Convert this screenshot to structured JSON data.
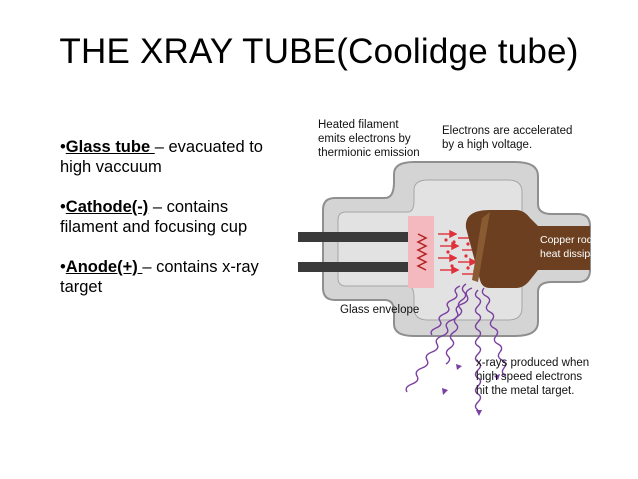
{
  "slide": {
    "title": "THE XRAY TUBE(Coolidge tube)"
  },
  "bullets": [
    {
      "marker": "•",
      "term": "Glass tube ",
      "text": "– evacuated to high vaccuum"
    },
    {
      "marker": "•",
      "term": "Cathode(-)",
      "text": " – contains filament and focusing cup"
    },
    {
      "marker": "•",
      "term": "Anode(+) ",
      "text": "– contains x-ray target"
    }
  ],
  "diagram": {
    "label_filament": [
      "Heated filament",
      "emits electrons by",
      "thermionic emission"
    ],
    "label_electrons": [
      "Electrons are accelerated",
      "by a high voltage."
    ],
    "label_copper": [
      "Copper rod for",
      "heat dissipation"
    ],
    "label_glass": "Glass envelope",
    "label_xrays": [
      "x-rays produced when",
      "high speed electrons",
      "hit the metal target."
    ],
    "colors": {
      "glass": "#d4d4d4",
      "glass_stroke": "#8f8f8f",
      "cathode_rods": "#3a3a3a",
      "focusing_cup": "#f4b8bf",
      "electrons": "#e0303a",
      "copper": "#6b3f1f",
      "xrays": "#7a3fa0"
    }
  }
}
